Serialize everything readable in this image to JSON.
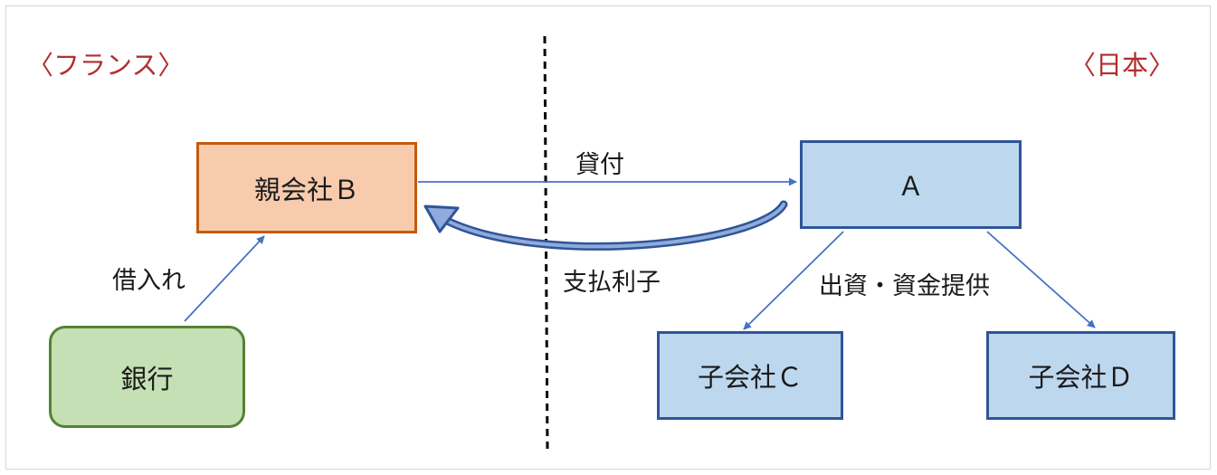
{
  "regions": {
    "france": "〈フランス〉",
    "japan": "〈日本〉"
  },
  "nodes": {
    "parent_b": "親会社Ｂ",
    "bank": "銀行",
    "company_a": "Ａ",
    "sub_c": "子会社Ｃ",
    "sub_d": "子会社Ｄ"
  },
  "edges": {
    "loan": "貸付",
    "interest": "支払利子",
    "borrowing": "借入れ",
    "investment": "出資・資金提供"
  },
  "colors": {
    "region_text": "#b22e2e",
    "parent_fill": "#f8cbad",
    "parent_border": "#c55a11",
    "bank_fill": "#c5e0b4",
    "bank_border": "#548235",
    "jp_fill": "#bdd7ee",
    "jp_border": "#2f5597",
    "arrow": "#4472c4",
    "curved_arrow": "#2f5597",
    "divider": "#000000"
  }
}
